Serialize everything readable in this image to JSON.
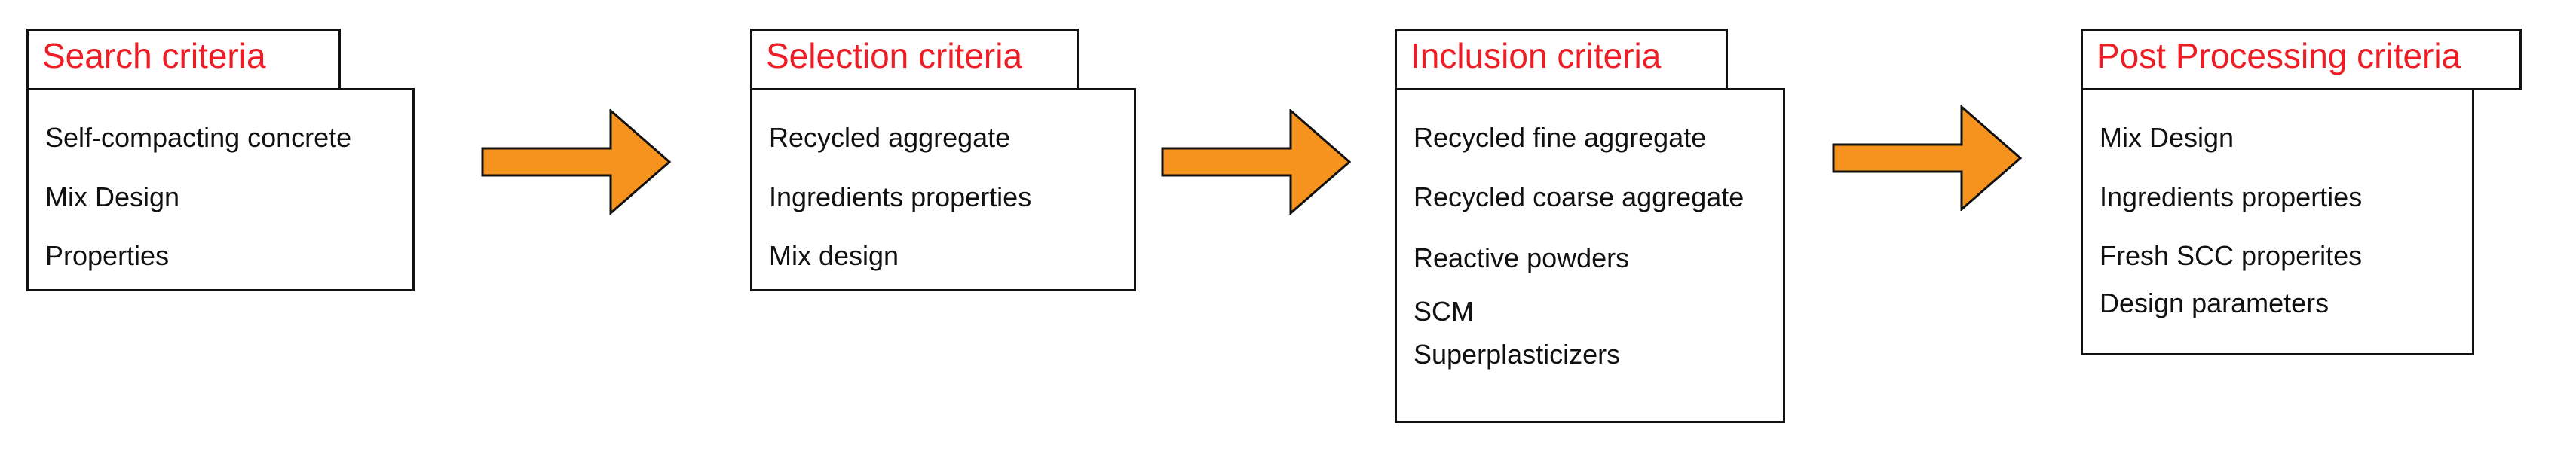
{
  "colors": {
    "title_text": "#ee1c24",
    "body_text": "#111111",
    "box_border": "#111111",
    "arrow_fill": "#f6921e",
    "arrow_stroke": "#111111"
  },
  "stages": [
    {
      "title": "Search criteria",
      "items": [
        "Self-compacting concrete",
        "Mix Design",
        "Properties"
      ]
    },
    {
      "title": "Selection criteria",
      "items": [
        "Recycled aggregate",
        "Ingredients properties",
        "Mix design"
      ]
    },
    {
      "title": "Inclusion criteria",
      "items": [
        "Recycled fine aggregate",
        "Recycled coarse aggregate",
        "Reactive powders",
        "SCM",
        "Superplasticizers"
      ]
    },
    {
      "title": "Post Processing criteria",
      "items": [
        "Mix Design",
        "Ingredients properties",
        "Fresh SCC properites",
        "Design parameters"
      ]
    }
  ],
  "arrows": [
    {
      "icon": "right-arrow-icon"
    },
    {
      "icon": "right-arrow-icon"
    },
    {
      "icon": "right-arrow-icon"
    }
  ]
}
